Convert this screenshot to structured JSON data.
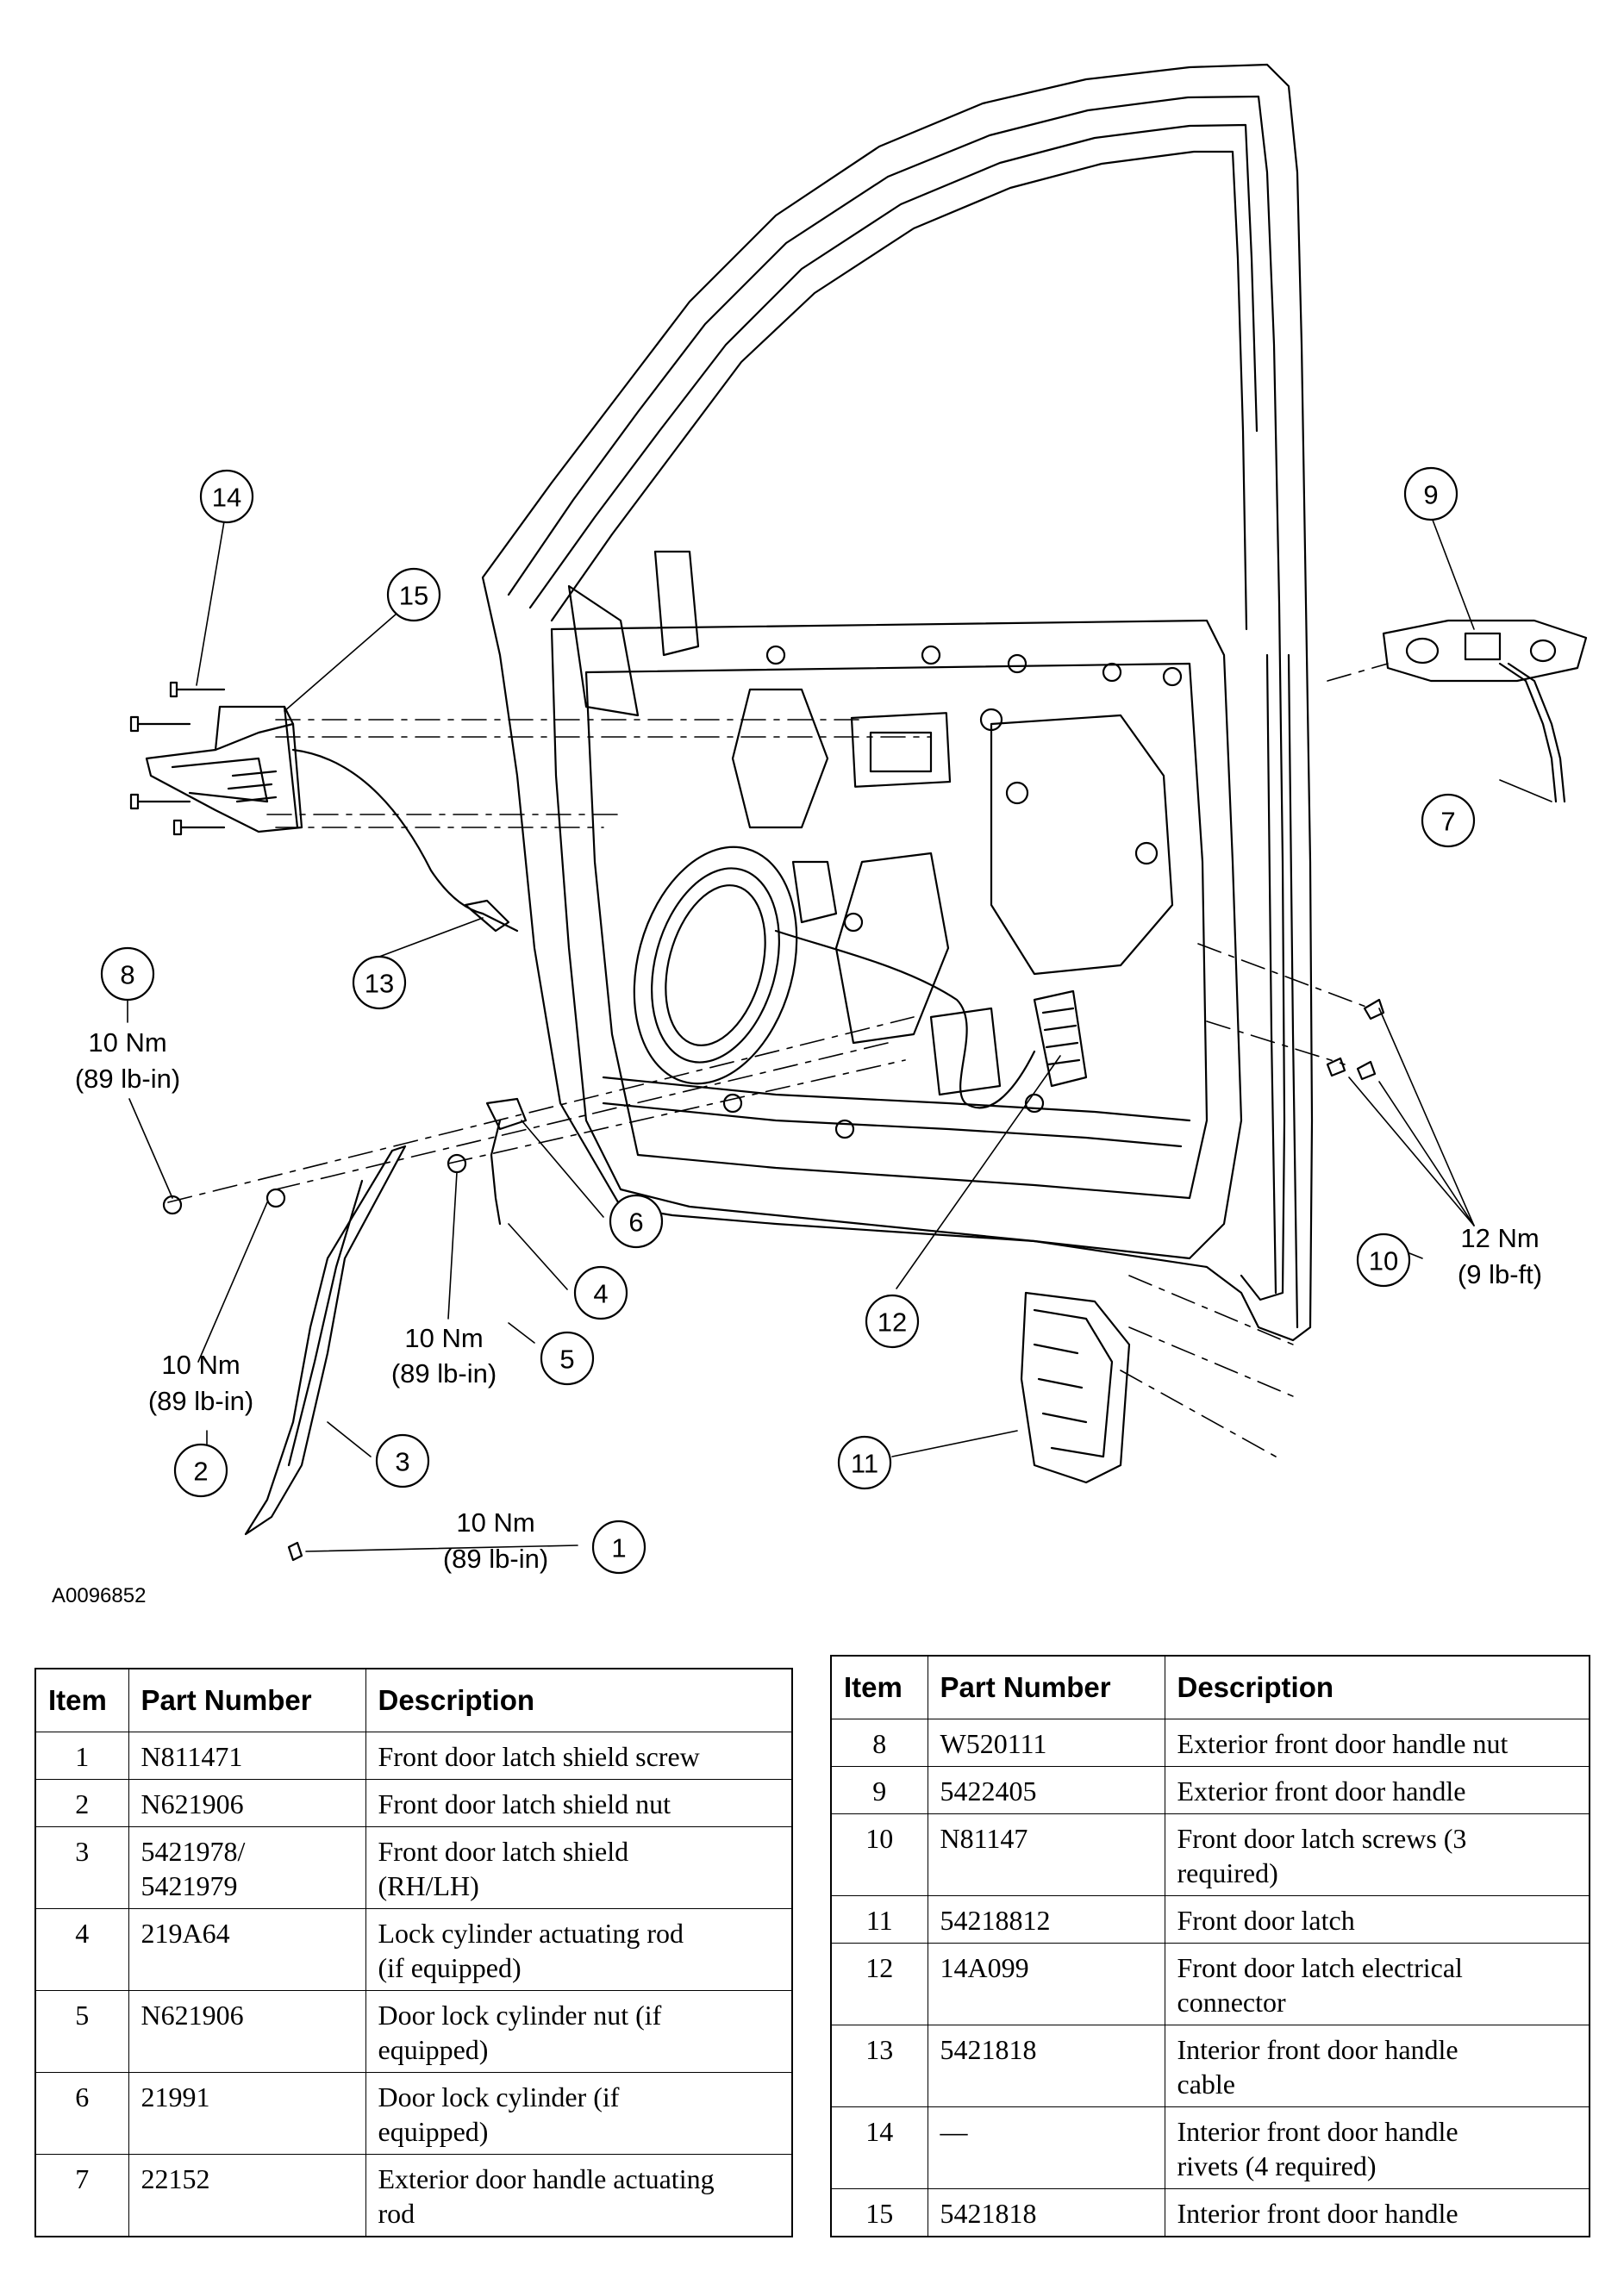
{
  "figure_id": "A0096852",
  "callouts": [
    {
      "num": "14",
      "label": ""
    },
    {
      "num": "15",
      "label": ""
    },
    {
      "num": "9",
      "label": ""
    },
    {
      "num": "7",
      "label": ""
    },
    {
      "num": "8",
      "label": "10 Nm",
      "label2": "(89 lb-in)"
    },
    {
      "num": "13",
      "label": ""
    },
    {
      "num": "6",
      "label": ""
    },
    {
      "num": "4",
      "label": ""
    },
    {
      "num": "5",
      "label": "10 Nm",
      "label2": "(89 lb-in)"
    },
    {
      "num": "2",
      "label": "10 Nm",
      "label2": "(89 lb-in)"
    },
    {
      "num": "3",
      "label": ""
    },
    {
      "num": "1",
      "label": "10 Nm",
      "label2": "(89 lb-in)"
    },
    {
      "num": "12",
      "label": ""
    },
    {
      "num": "11",
      "label": ""
    },
    {
      "num": "10",
      "label": "12 Nm",
      "label2": "(9 lb-ft)"
    }
  ],
  "table_headers": {
    "item": "Item",
    "part_number": "Part Number",
    "description": "Description"
  },
  "table_left": [
    {
      "item": "1",
      "part": "N811471",
      "desc": "Front door latch shield screw"
    },
    {
      "item": "2",
      "part": "N621906",
      "desc": "Front door latch shield nut"
    },
    {
      "item": "3",
      "part": "5421978/\n5421979",
      "desc": "Front door latch shield\n(RH/LH)"
    },
    {
      "item": "4",
      "part": "219A64",
      "desc": "Lock cylinder actuating rod\n(if equipped)"
    },
    {
      "item": "5",
      "part": "N621906",
      "desc": "Door lock cylinder nut (if\nequipped)"
    },
    {
      "item": "6",
      "part": "21991",
      "desc": "Door lock cylinder (if\nequipped)"
    },
    {
      "item": "7",
      "part": "22152",
      "desc": "Exterior door handle actuating\nrod"
    }
  ],
  "table_right": [
    {
      "item": "8",
      "part": "W520111",
      "desc": "Exterior front door handle nut"
    },
    {
      "item": "9",
      "part": "5422405",
      "desc": "Exterior front door handle"
    },
    {
      "item": "10",
      "part": "N81147",
      "desc": "Front door latch screws (3\nrequired)"
    },
    {
      "item": "11",
      "part": "54218812",
      "desc": "Front door latch"
    },
    {
      "item": "12",
      "part": "14A099",
      "desc": "Front door latch electrical\nconnector"
    },
    {
      "item": "13",
      "part": "5421818",
      "desc": "Interior front door handle\ncable"
    },
    {
      "item": "14",
      "part": "—",
      "desc": "Interior front door handle\nrivets (4 required)"
    },
    {
      "item": "15",
      "part": "5421818",
      "desc": "Interior front door handle"
    }
  ]
}
